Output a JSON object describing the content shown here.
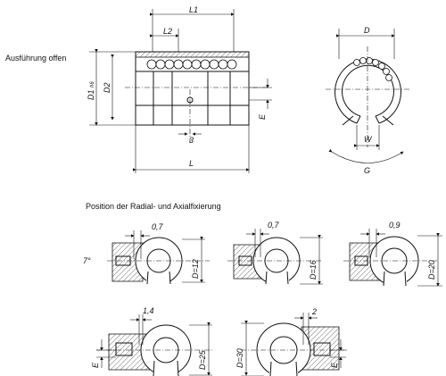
{
  "captions": {
    "variant": "Ausführung offen",
    "position": "Position der Radial- und Axialfixierung"
  },
  "dimensions": {
    "L1": "L1",
    "L2": "L2",
    "L": "L",
    "D1": "D1",
    "D1_tol": "h6",
    "D2": "D2",
    "E": "E",
    "three": "3",
    "D": "D",
    "W": "W",
    "G": "G"
  },
  "details": [
    {
      "offset": "0,7",
      "diameter": "D=12",
      "angle": "7°"
    },
    {
      "offset": "0,7",
      "diameter": "D=16"
    },
    {
      "offset": "0,9",
      "diameter": "D=20"
    },
    {
      "offset": "1,4",
      "diameter": "D=25",
      "e": "E"
    },
    {
      "offset": "2",
      "diameter": "D=30",
      "e": "E"
    }
  ]
}
